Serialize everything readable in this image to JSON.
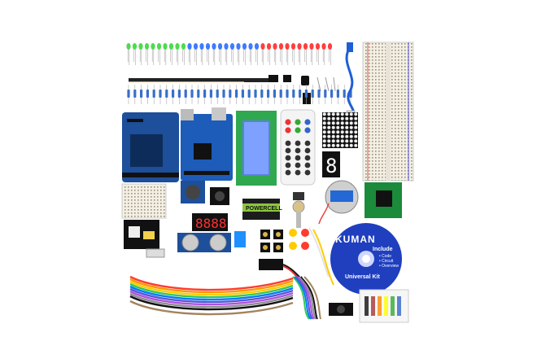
{
  "scene": {
    "background": "#ffffff",
    "cd": {
      "brand": "KUMAN",
      "include_title": "Include",
      "include_items": [
        "• Code",
        "• Circuit",
        "• Overview"
      ],
      "bottom_text": "Universal Kit",
      "color": "#1f3fbf"
    },
    "lcd": {
      "color": "#2fa84f"
    },
    "battery_label": "POWERCELL",
    "colors": {
      "board_blue": "#1d4f9a",
      "led_green": "#3cd63c",
      "led_blue": "#2a6cff",
      "led_red": "#ff2a2a",
      "breadboard": "#f2efe6"
    }
  }
}
